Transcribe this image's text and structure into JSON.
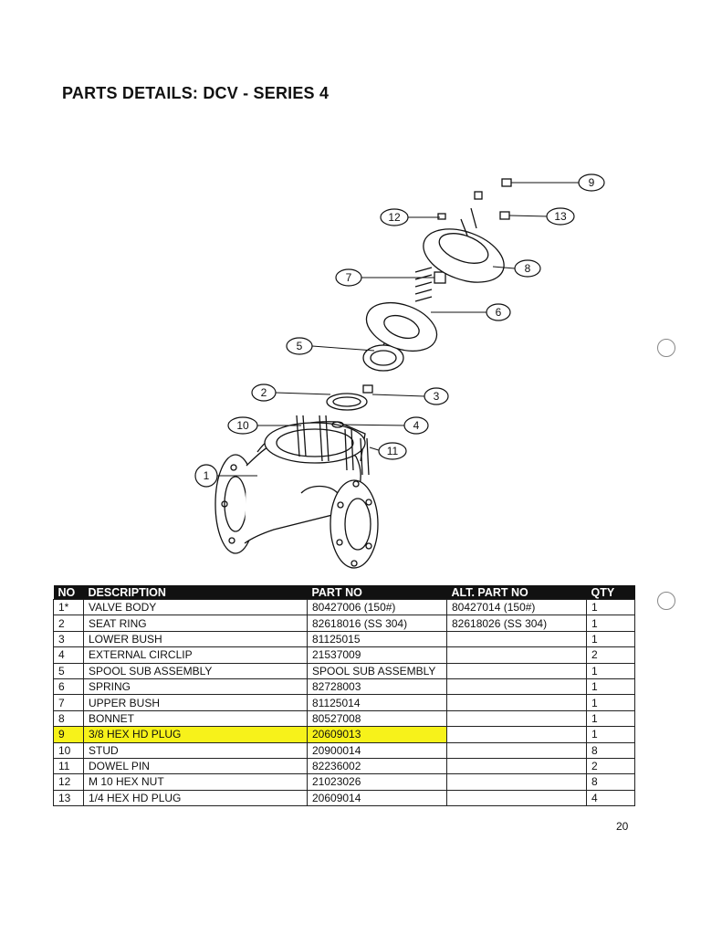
{
  "document": {
    "title": "PARTS DETAILS: DCV - SERIES 4",
    "page_number": "20"
  },
  "diagram": {
    "callouts": [
      "1",
      "2",
      "3",
      "4",
      "5",
      "6",
      "7",
      "8",
      "9",
      "10",
      "11",
      "12",
      "13"
    ]
  },
  "table": {
    "headers": {
      "no": "NO",
      "description": "DESCRIPTION",
      "part_no": "PART NO",
      "alt_part_no": "ALT. PART NO",
      "qty": "QTY"
    },
    "rows": [
      {
        "no": "1*",
        "description": "VALVE BODY",
        "part_no": "80427006 (150#)",
        "alt_part_no": "80427014 (150#)",
        "qty": "1"
      },
      {
        "no": "2",
        "description": "SEAT RING",
        "part_no": "82618016 (SS 304)",
        "alt_part_no": "82618026 (SS 304)",
        "qty": "1"
      },
      {
        "no": "3",
        "description": "LOWER BUSH",
        "part_no": "81125015",
        "alt_part_no": "",
        "qty": "1"
      },
      {
        "no": "4",
        "description": "EXTERNAL CIRCLIP",
        "part_no": "21537009",
        "alt_part_no": "",
        "qty": "2"
      },
      {
        "no": "5",
        "description": "SPOOL SUB ASSEMBLY",
        "part_no": "SPOOL SUB ASSEMBLY",
        "alt_part_no": "",
        "qty": "1"
      },
      {
        "no": "6",
        "description": "SPRING",
        "part_no": "82728003",
        "alt_part_no": "",
        "qty": "1"
      },
      {
        "no": "7",
        "description": "UPPER BUSH",
        "part_no": "81125014",
        "alt_part_no": "",
        "qty": "1"
      },
      {
        "no": "8",
        "description": "BONNET",
        "part_no": "80527008",
        "alt_part_no": "",
        "qty": "1"
      },
      {
        "no": "9",
        "description": "3/8 HEX HD PLUG",
        "part_no": "20609013",
        "alt_part_no": "",
        "qty": "1"
      },
      {
        "no": "10",
        "description": "STUD",
        "part_no": "20900014",
        "alt_part_no": "",
        "qty": "8"
      },
      {
        "no": "11",
        "description": "DOWEL PIN",
        "part_no": "82236002",
        "alt_part_no": "",
        "qty": "2"
      },
      {
        "no": "12",
        "description": "M 10 HEX NUT",
        "part_no": "21023026",
        "alt_part_no": "",
        "qty": "8"
      },
      {
        "no": "13",
        "description": "1/4 HEX HD PLUG",
        "part_no": "20609014",
        "alt_part_no": "",
        "qty": "4"
      }
    ],
    "highlight_color": "#f7f21a"
  }
}
